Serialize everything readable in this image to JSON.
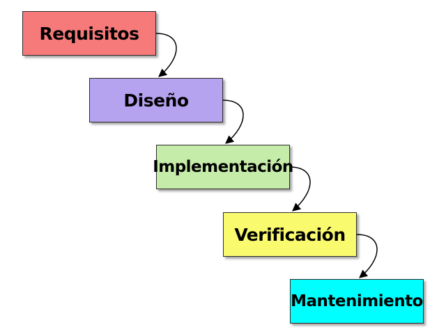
{
  "stages": [
    {
      "label": "Requisitos",
      "color": "#f77a7a"
    },
    {
      "label": "Diseño",
      "color": "#b5a3ef"
    },
    {
      "label": "Implementación",
      "color": "#c6ecaa"
    },
    {
      "label": "Verificación",
      "color": "#fafa6e"
    },
    {
      "label": "Mantenimiento",
      "color": "#00ffff"
    }
  ],
  "connector_color": "#000000"
}
